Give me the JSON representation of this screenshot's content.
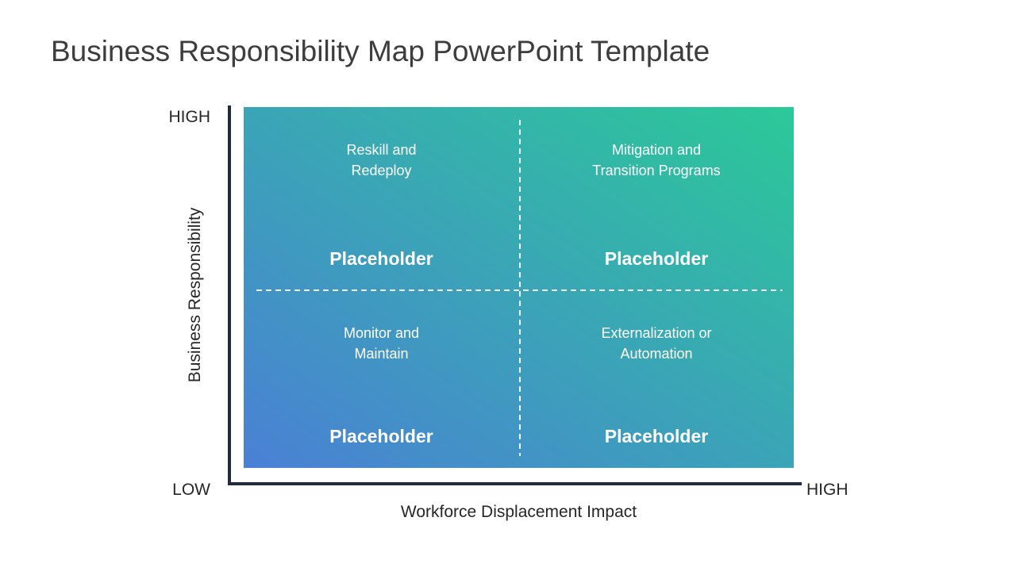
{
  "slide": {
    "title": "Business Responsibility Map PowerPoint Template"
  },
  "matrix": {
    "y_axis": {
      "title": "Business Responsibility",
      "top_label": "HIGH",
      "bottom_label": "LOW"
    },
    "x_axis": {
      "title": "Workforce Displacement Impact",
      "right_label": "HIGH"
    },
    "quadrants": [
      {
        "position": "top-left",
        "line1": "Reskill and",
        "line2": "Redeploy",
        "placeholder": "Placeholder"
      },
      {
        "position": "top-right",
        "line1": "Mitigation and",
        "line2": "Transition Programs",
        "placeholder": "Placeholder"
      },
      {
        "position": "bottom-left",
        "line1": "Monitor and",
        "line2": "Maintain",
        "placeholder": "Placeholder"
      },
      {
        "position": "bottom-right",
        "line1": "Externalization or",
        "line2": "Automation",
        "placeholder": "Placeholder"
      }
    ],
    "colors": {
      "gradient_bottom_left": "#4a80d5",
      "gradient_top_right": "#2bc998",
      "axis_line": "#212b3b",
      "quadrant_text": "#ffffff",
      "title_text": "#3d3d3d",
      "axis_label_text": "#262626"
    }
  }
}
